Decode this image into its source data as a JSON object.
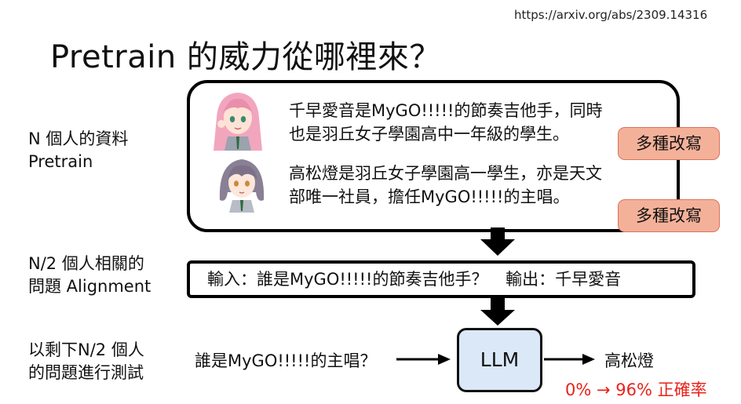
{
  "source_url": "https://arxiv.org/abs/2309.14316",
  "title": "Pretrain 的威力從哪裡來？",
  "left_labels": {
    "pretrain": [
      "N 個人的資料",
      "Pretrain"
    ],
    "alignment": [
      "N/2 個人相關的",
      "問題 Alignment"
    ],
    "test": [
      "以剩下N/2 個人",
      "的問題進行測試"
    ]
  },
  "pretrain_docs": [
    {
      "line1": "千早愛音是MyGO!!!!!的節奏吉他手，同時",
      "line2": "也是羽丘女子學園高中一年級的學生。",
      "rewrite": "多種改寫",
      "hair_color": "#f2a6bd"
    },
    {
      "line1": "高松燈是羽丘女子學園高一學生，亦是天文",
      "line2": "部唯一社員，擔任MyGO!!!!!的主唱。",
      "rewrite": "多種改寫",
      "hair_color": "#8a8095"
    }
  ],
  "alignment_example": {
    "input": "輸入：誰是MyGO!!!!!的節奏吉他手？",
    "output": "輸出：千早愛音"
  },
  "test": {
    "question": "誰是MyGO!!!!!的主唱？",
    "model": "LLM",
    "answer": "高松燈",
    "accuracy": "0% → 96% 正確率"
  },
  "colors": {
    "rewrite_fill": "#f4b199",
    "llm_fill": "#dbe8f7",
    "accuracy_text": "#e8231a"
  }
}
